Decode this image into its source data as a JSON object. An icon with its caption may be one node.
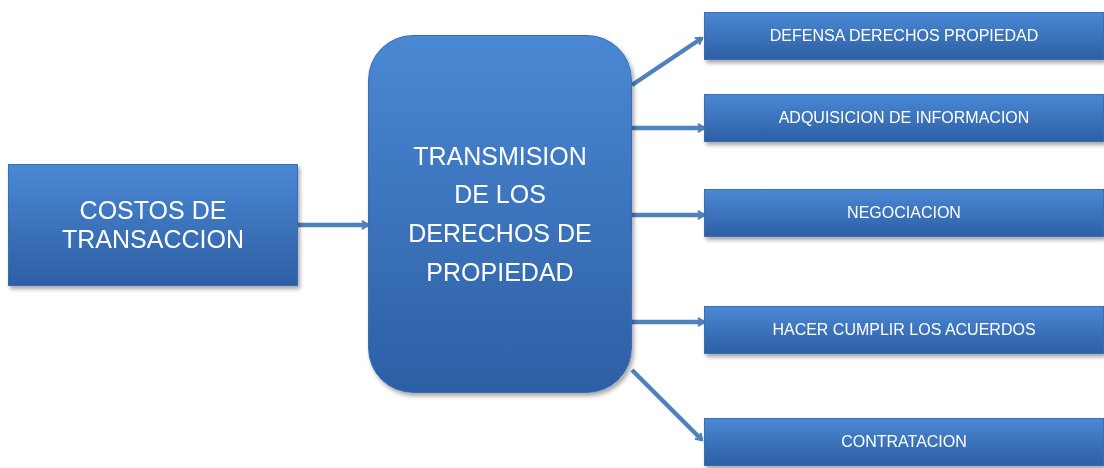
{
  "diagram": {
    "nodes": [
      {
        "text": [
          "COSTOS DE TRANSACCION"
        ]
      },
      {
        "text": [
          "TRANSMISION DE LOS DERECHOS DE PROPIEDAD"
        ]
      },
      {
        "text": [
          "DEFENSA DERECHOS PROPIEDAD"
        ]
      },
      {
        "text": [
          "ADQUISICION DE INFORMACION"
        ]
      },
      {
        "text": [
          "NEGOCIACION"
        ]
      },
      {
        "text": [
          "HACER CUMPLIR LOS ACUERDOS"
        ]
      },
      {
        "text": [
          "CONTRATACION"
        ]
      }
    ],
    "edges": [
      {
        "from": 0,
        "to": 1,
        "arrow": "to"
      },
      {
        "from": 1,
        "to": 2,
        "arrow": "to"
      },
      {
        "from": 1,
        "to": 3,
        "arrow": "to"
      },
      {
        "from": 1,
        "to": 4,
        "arrow": "to"
      },
      {
        "from": 1,
        "to": 5,
        "arrow": "to"
      },
      {
        "from": 1,
        "to": 6,
        "arrow": "to"
      }
    ]
  }
}
